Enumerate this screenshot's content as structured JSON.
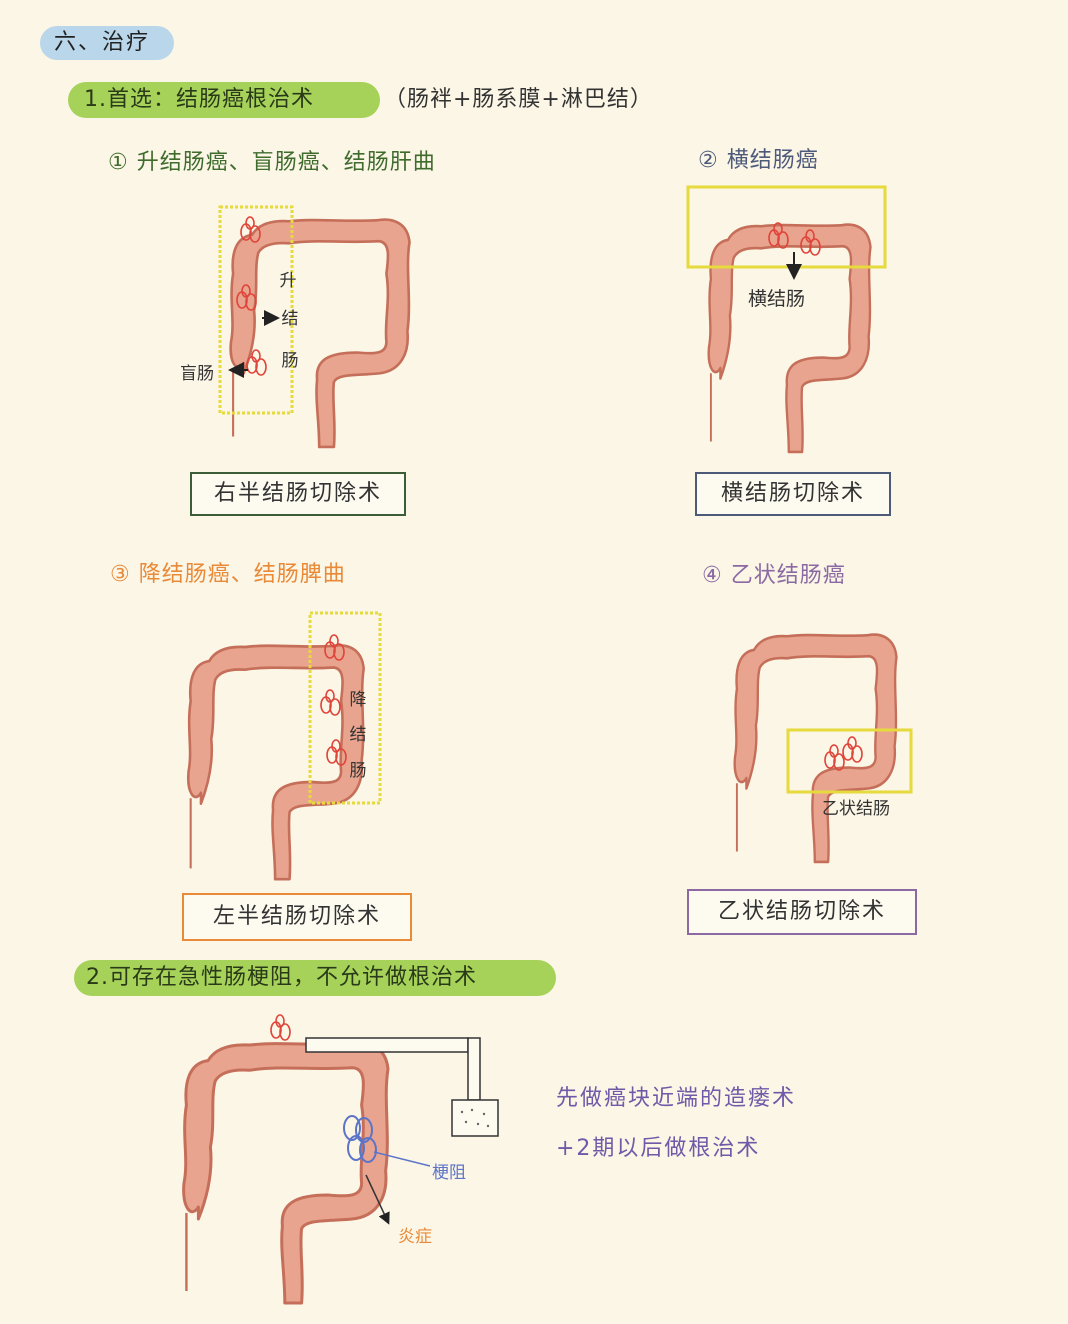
{
  "section_title": "六、治疗",
  "heading1": {
    "label": "1.首选：结肠癌根治术",
    "note": "（肠袢+肠系膜+淋巴结）"
  },
  "panels": [
    {
      "title": "① 升结肠癌、盲肠癌、结肠肝曲",
      "labels": {
        "segment_chars": [
          "升",
          "结",
          "肠"
        ],
        "cecum": "盲肠"
      },
      "procedure": "右半结肠切除术"
    },
    {
      "title": "② 横结肠癌",
      "labels": {
        "segment": "横结肠"
      },
      "procedure": "横结肠切除术"
    },
    {
      "title": "③ 降结肠癌、结肠脾曲",
      "labels": {
        "segment_chars": [
          "降",
          "结",
          "肠"
        ]
      },
      "procedure": "左半结肠切除术"
    },
    {
      "title": "④ 乙状结肠癌",
      "labels": {
        "segment": "乙状结肠"
      },
      "procedure": "乙状结肠切除术"
    }
  ],
  "heading2": "2.可存在急性肠梗阻，不允许做根治术",
  "obstruction": {
    "labels": {
      "obstruction": "梗阻",
      "inflammation": "炎症"
    },
    "notes": [
      "先做癌块近端的造瘘术",
      "+2期以后做根治术"
    ]
  },
  "colors": {
    "colon_fill": "#e8a48e",
    "colon_outline": "#c56f5a",
    "tumor": "#e0443a",
    "highlight_box": "#e6da3c",
    "obstruction_blue": "#5c74c8",
    "inflammation_orange": "#e98a38"
  }
}
